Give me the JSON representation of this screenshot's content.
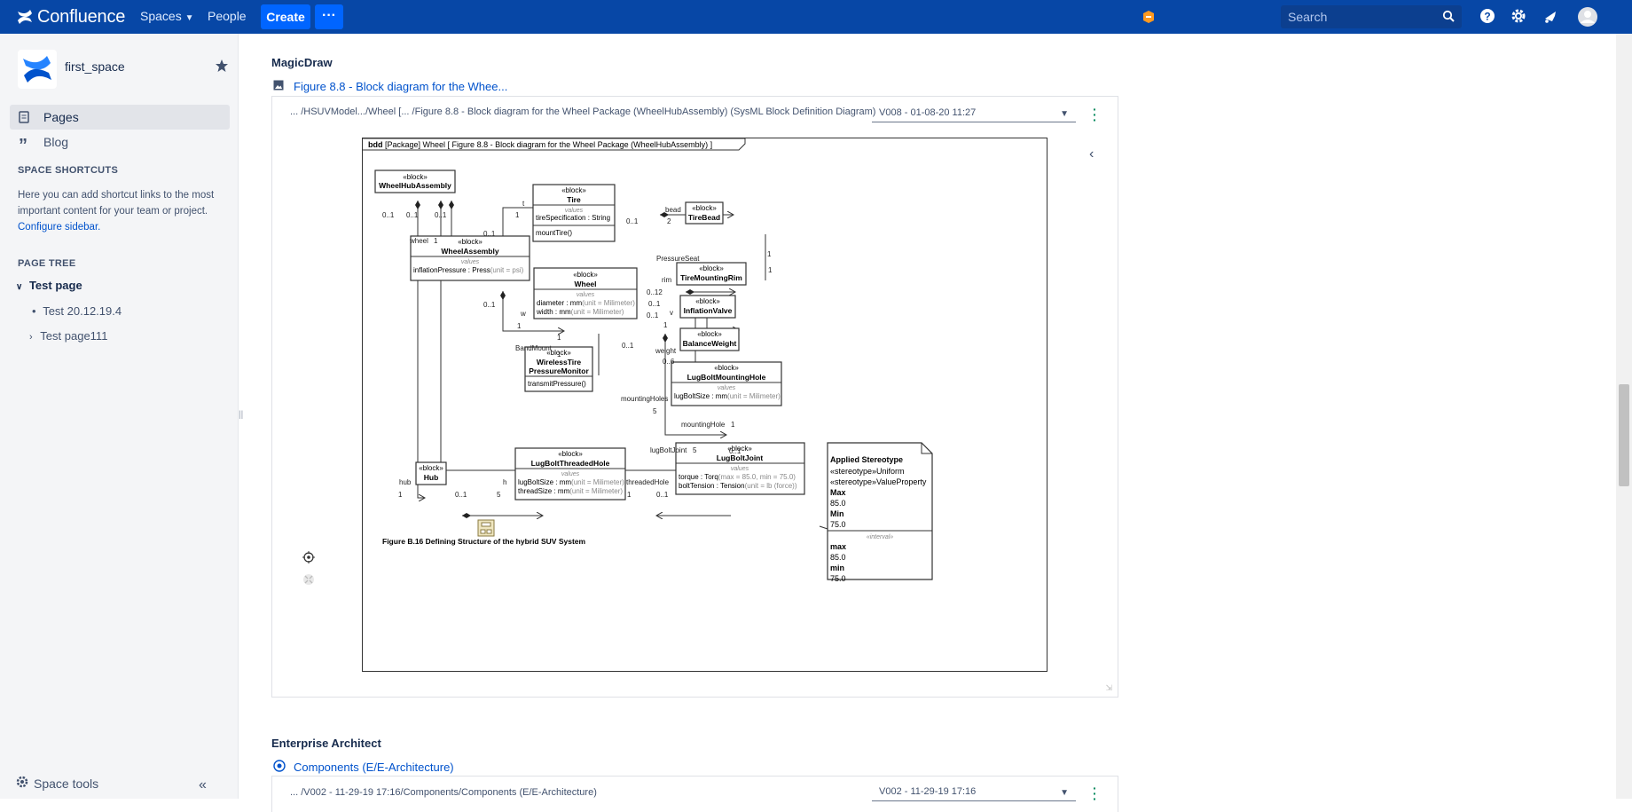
{
  "topbar": {
    "logo": "Confluence",
    "spaces": "Spaces",
    "people": "People",
    "create": "Create",
    "search_placeholder": "Search",
    "brand_color": "#0747a6"
  },
  "sidebar": {
    "space_name": "first_space",
    "pages": "Pages",
    "blog": "Blog",
    "shortcuts_heading": "SPACE SHORTCUTS",
    "shortcuts_text": "Here you can add shortcut links to the most important content for your team or project.",
    "configure_link": "Configure sidebar.",
    "page_tree_heading": "PAGE TREE",
    "tree": {
      "root": "Test page",
      "child1": "Test 20.12.19.4",
      "child2": "Test page111"
    },
    "space_tools": "Space tools"
  },
  "main": {
    "section1": {
      "heading": "MagicDraw",
      "link": "Figure 8.8 - Block diagram for the Whee...",
      "path": "... /HSUVModel.../Wheel [... /Figure 8.8 - Block diagram for the Wheel Package (WheelHubAssembly) (SysML Block Definition Diagram)",
      "version": "V008 - 01-08-20 11:27"
    },
    "section2": {
      "heading": "Enterprise Architect",
      "link": "Components (E/E-Architecture)",
      "path": "... /V002 - 11-29-19 17:16/Components/Components (E/E-Architecture)",
      "version": "V002 - 11-29-19 17:16"
    }
  },
  "diagram": {
    "frame_label_bdd": "bdd",
    "frame_label": "[Package] Wheel [ Figure 8.8 - Block diagram for the Wheel Package (WheelHubAssembly) ]",
    "stereotype": "«block»",
    "values_label": "values",
    "blocks": {
      "wheelhubassembly": "WheelHubAssembly",
      "tire": "Tire",
      "tire_attr": "tireSpecification : String",
      "tire_op": "mountTire()",
      "tirebead": "TireBead",
      "wheelassembly": "WheelAssembly",
      "wheelassembly_attr": "inflationPressure : Press",
      "wheelassembly_attr_unit": "(unit = psi)",
      "wheel": "Wheel",
      "wheel_attr1": "diameter : mm",
      "wheel_attr1_unit": "(unit = Milimeter)",
      "wheel_attr2": "width : mm",
      "wheel_attr2_unit": "(unit = Milimeter)",
      "tiremountingrim": "TireMountingRim",
      "inflationvalve": "InflationValve",
      "balanceweight": "BalanceWeight",
      "wtpm1": "WirelessTire",
      "wtpm2": "PressureMonitor",
      "wtpm_op": "transmitPressure()",
      "lugboltmountinghole": "LugBoltMountingHole",
      "lbmh_attr": "lugBoltSize : mm",
      "lbmh_attr_unit": "(unit = Milimeter)",
      "hub": "Hub",
      "lugboltthreadedhole": "LugBoltThreadedHole",
      "lbth_attr1": "lugBoltSize : mm",
      "lbth_attr1_unit": "(unit = Milimeter)",
      "lbth_attr2": "threadSize : mm",
      "lbth_attr2_unit": "(unit = Milimeter)",
      "lugboltjoint": "LugBoltJoint",
      "lbj_attr1": "torque : Torq",
      "lbj_attr1_unit": "(max = 85.0, min = 75.0)",
      "lbj_attr2": "boltTension : Tension",
      "lbj_attr2_unit": "(unit = lb (force))"
    },
    "roles": {
      "t": "t",
      "bead": "bead",
      "wheel": "wheel",
      "pressure_seat": "PressureSeat",
      "rim": "rim",
      "v": "v",
      "w": "w",
      "weight": "weight",
      "bandmount": "BandMount",
      "mountingholes": "mountingHoles",
      "mountinghole": "mountingHole",
      "lugboltjoint": "lugBoltJoint",
      "hub": "hub",
      "h": "h",
      "threadedhole": "threadedHole"
    },
    "mult": {
      "m01": "0..1",
      "m1": "1",
      "m2": "2",
      "m012": "0..12",
      "m5": "5",
      "m06": "0..6"
    },
    "note": {
      "title": "Applied Stereotype",
      "s1": "«stereotype»Uniform",
      "s2": "«stereotype»ValueProperty",
      "max": "Max",
      "max_val": "85.0",
      "min": "Min",
      "min_val": "75.0",
      "interval": "«interval»",
      "max2": "max",
      "max2_val": "85.0",
      "min2": "min",
      "min2_val": "75.0"
    },
    "caption": "Figure B.16 Defining Structure of the hybrid SUV System"
  }
}
